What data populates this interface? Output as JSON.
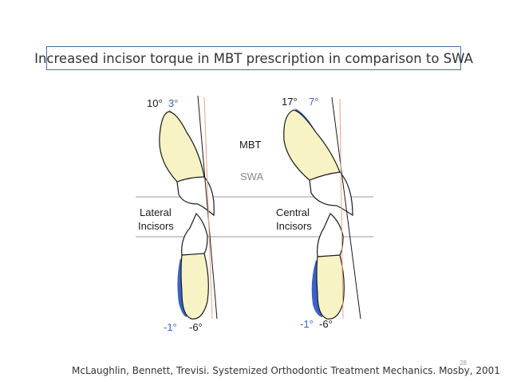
{
  "slide": {
    "title": "Increased incisor torque in MBT prescription in comparison to SWA",
    "citation": "McLaughlin, Bennett, Trevisi. Systemized Orthodontic  Treatment Mechanics. Mosby, 2001",
    "page_number": "28"
  },
  "diagram": {
    "legend_mbt": "MBT",
    "legend_swa": "SWA",
    "lateral": {
      "label_line1": "Lateral",
      "label_line2": "Incisors",
      "upper_mbt_angle": "10°",
      "upper_swa_angle": "3°",
      "lower_swa_angle": "-1°",
      "lower_mbt_angle": "-6°"
    },
    "central": {
      "label_line1": "Central",
      "label_line2": "Incisors",
      "upper_mbt_angle": "17°",
      "upper_swa_angle": "7°",
      "lower_swa_angle": "-1°",
      "lower_mbt_angle": "-6°"
    }
  },
  "colors": {
    "swa_blue": "#3b62c8",
    "crown_fill": "#f7f3c4",
    "reference_line": "#e8a38a",
    "text_dark": "#1a1a1a",
    "text_gray": "#888888"
  }
}
